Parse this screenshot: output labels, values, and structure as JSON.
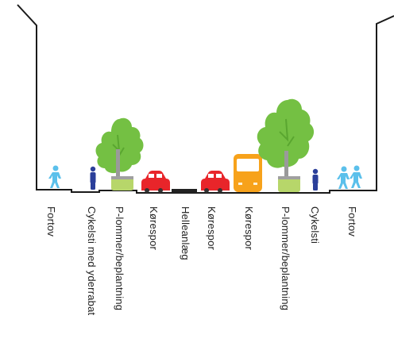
{
  "diagram": {
    "labels": [
      "Fortov",
      "Cykelsti med yderrabat",
      "P-lommer/beplantning",
      "Kørespor",
      "Helleanlæg",
      "Kørespor",
      "Kørespor",
      "P-lommer/beplantning",
      "Cykelsti",
      "Fortov"
    ],
    "colors": {
      "line": "#1a1a1a",
      "tree": "#74c043",
      "tree_dark": "#5aa630",
      "planter": "#b7d66a",
      "car": "#e8252a",
      "bus": "#f7a21b",
      "cyclist": "#2b3f9a",
      "pedestrian": "#5bc0eb",
      "median": "#222222"
    },
    "icons": [
      "pedestrian-icon",
      "cyclist-icon",
      "tree-icon",
      "car-icon",
      "median-icon",
      "car-icon",
      "bus-icon",
      "tree-icon",
      "cyclist-icon",
      "pedestrians-icon"
    ]
  }
}
